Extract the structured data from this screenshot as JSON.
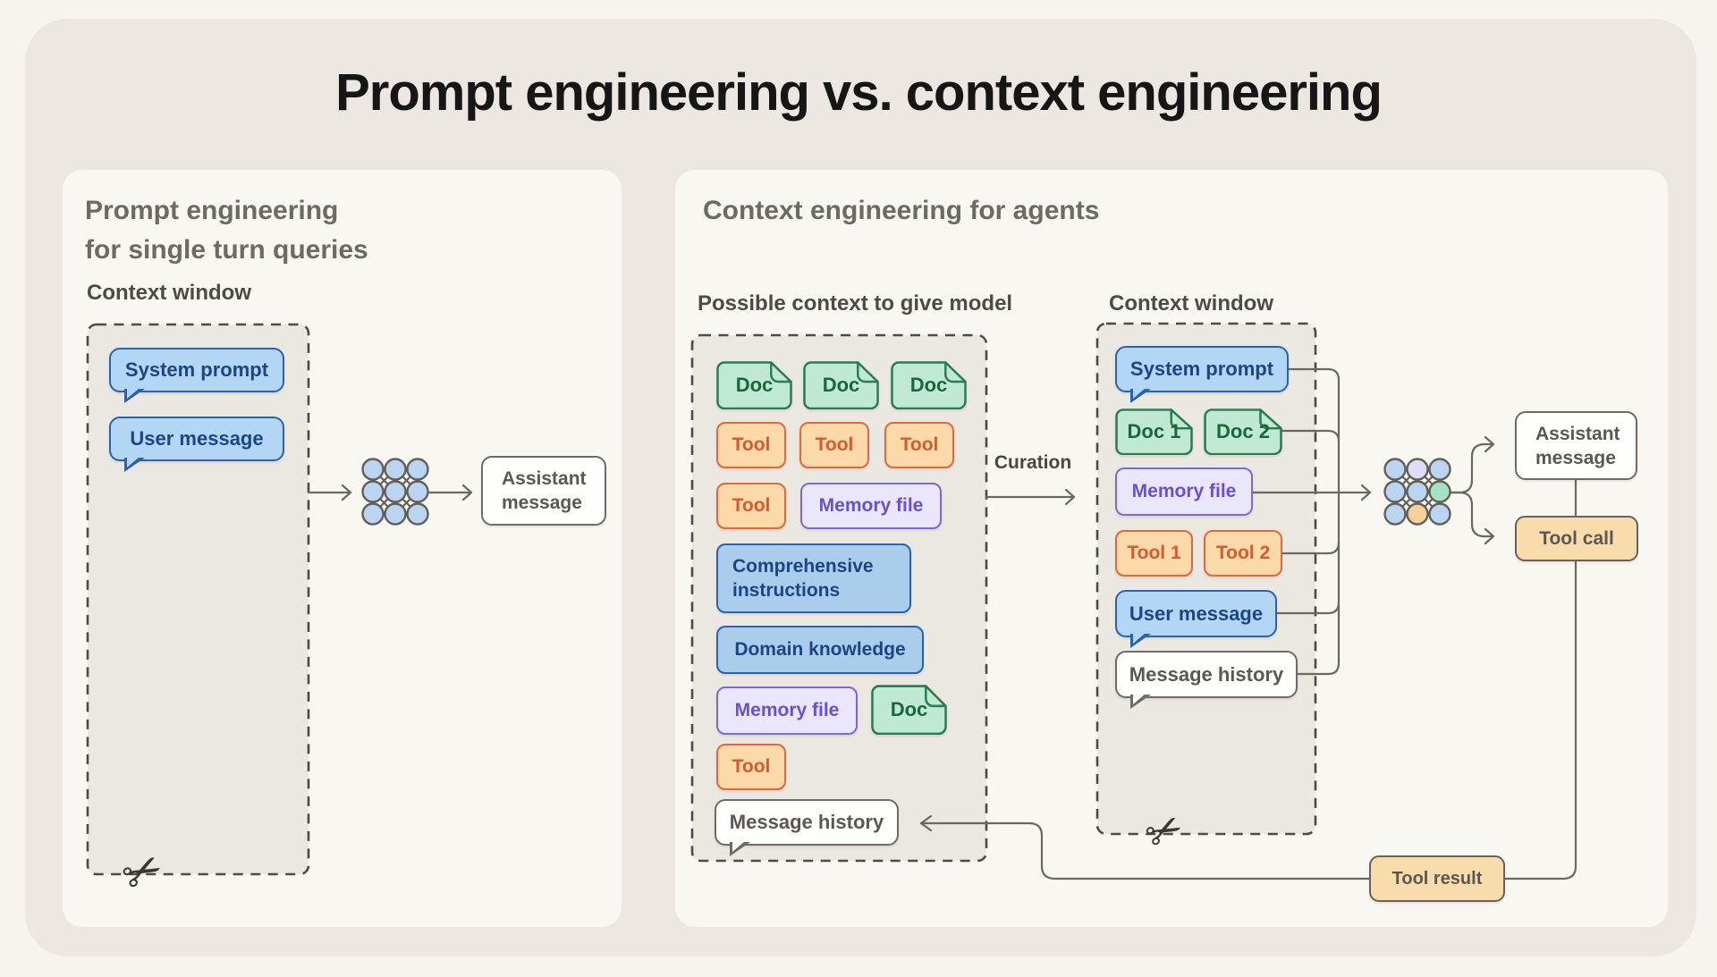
{
  "title": "Prompt engineering vs. context engineering",
  "colors": {
    "page_bg": "#f7f4ef",
    "card_bg": "#ece7e0",
    "panel_bg": "#f9f7f2",
    "line": "#6b6761",
    "blue_fill": "#b3d6f4",
    "blue_border": "#2a63ac",
    "blue_text": "#1c4584",
    "blue_box_fill": "#a9cdeb",
    "green_fill": "#bfe9d3",
    "green_border": "#2a7b52",
    "green_text": "#19663f",
    "orange_fill": "#fcd9a9",
    "orange_border": "#e2673c",
    "orange_text": "#d8592b",
    "purple_fill": "#eae7fc",
    "purple_border": "#7c68d8",
    "purple_text": "#6a4fd1",
    "tan_fill": "#f8dcab",
    "tan_border": "#66625c",
    "white_fill": "#fefefd",
    "gray_border": "#6e6a64",
    "gray_text": "#5c5851",
    "nn_blue": "#b9d5f1",
    "nn_lavender": "#e0ddf7",
    "nn_green": "#a5e2c4",
    "nn_orange": "#f6d098"
  },
  "icons": {
    "scissors_glyph": "✂",
    "scissors": "scissors-icon",
    "neural_network": "neural-network-icon"
  },
  "left_panel": {
    "heading_line1": "Prompt engineering",
    "heading_line2": "for single turn queries",
    "context_window_label": "Context window",
    "system_prompt": "System prompt",
    "user_message": "User message",
    "assistant_message": "Assistant message"
  },
  "right_panel": {
    "heading": "Context engineering for agents",
    "possible_context_label": "Possible context to give model",
    "context_window_label": "Context window",
    "curation_label": "Curation",
    "possible": {
      "doc": "Doc",
      "tool": "Tool",
      "memory_file": "Memory file",
      "comprehensive_instructions": "Comprehensive instructions",
      "domain_knowledge": "Domain knowledge",
      "message_history": "Message history"
    },
    "context": {
      "system_prompt": "System prompt",
      "doc1": "Doc 1",
      "doc2": "Doc 2",
      "memory_file": "Memory file",
      "tool1": "Tool 1",
      "tool2": "Tool 2",
      "user_message": "User message",
      "message_history": "Message history"
    },
    "outputs": {
      "assistant_message": "Assistant message",
      "tool_call": "Tool call",
      "tool_result": "Tool result"
    }
  }
}
